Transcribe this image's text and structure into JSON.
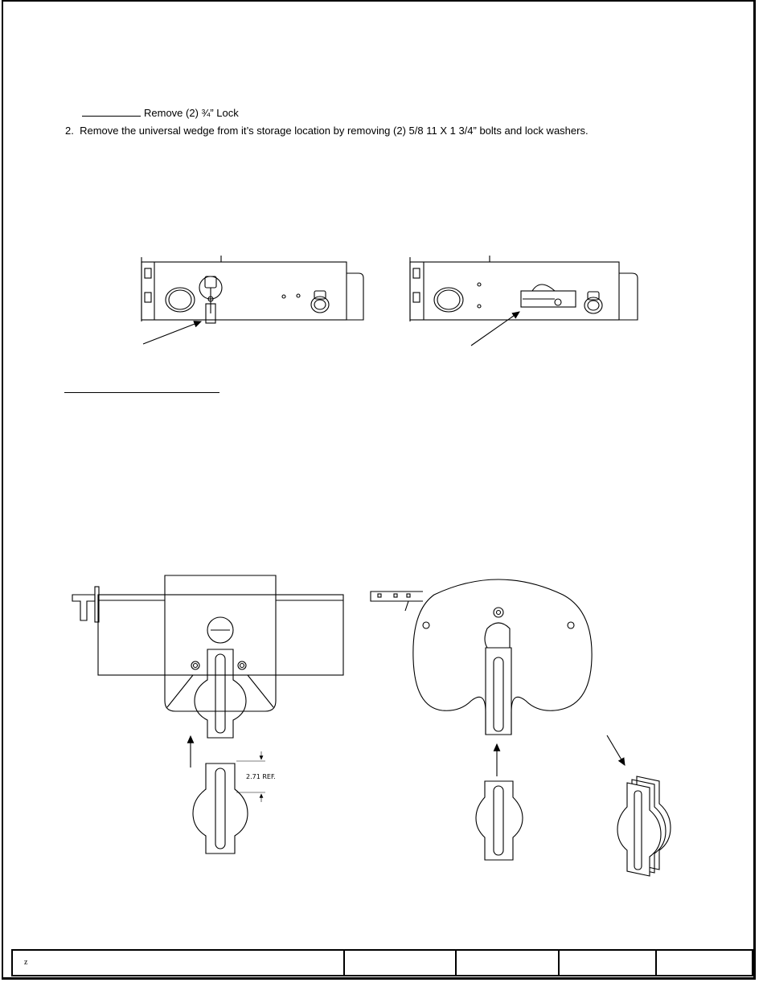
{
  "instructions": {
    "step1_text": "Remove (2) ¾” Lock",
    "step2_number": "2.",
    "step2_text": "Remove the universal wedge from it’s storage location by removing (2) 5/8  11 X 1 3/4” bolts and lock washers."
  },
  "drawing": {
    "dimension_label": "2.71 REF."
  },
  "footer": {
    "cells": [
      "z",
      "",
      "",
      "",
      ""
    ]
  }
}
